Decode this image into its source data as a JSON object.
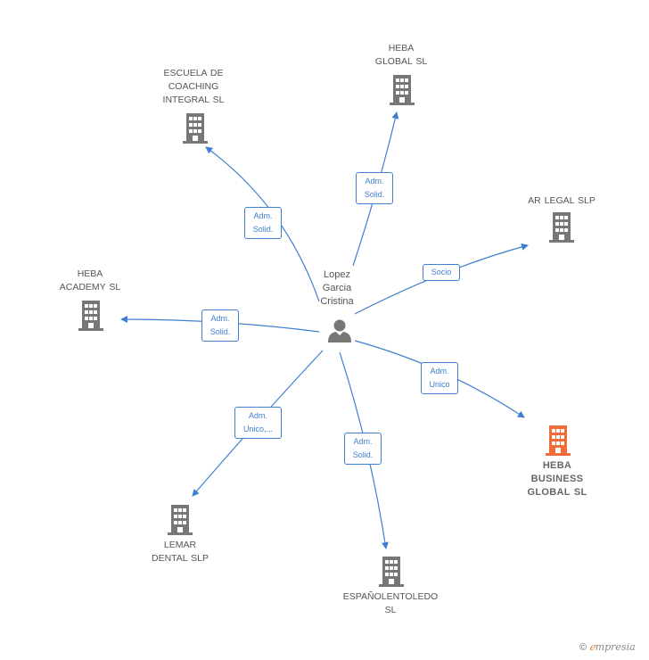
{
  "center": {
    "name": "Lopez\nGarcia\nCristina"
  },
  "companies": [
    {
      "id": "escuela",
      "name": "ESCUELA DE\nCOACHING\nINTEGRAL  SL",
      "color": "#777777"
    },
    {
      "id": "heba_global",
      "name": "HEBA\nGLOBAL  SL",
      "color": "#777777"
    },
    {
      "id": "ar_legal",
      "name": "AR LEGAL SLP",
      "color": "#777777"
    },
    {
      "id": "heba_academy",
      "name": "HEBA\nACADEMY  SL",
      "color": "#777777"
    },
    {
      "id": "heba_business",
      "name": "HEBA\nBUSINESS\nGLOBAL  SL",
      "color": "#f26b3a"
    },
    {
      "id": "lemar",
      "name": "LEMAR\nDENTAL  SLP",
      "color": "#777777"
    },
    {
      "id": "espanol",
      "name": "ESPAÑOLENTOLEDO\nSL",
      "color": "#777777"
    }
  ],
  "relations": [
    {
      "to": "escuela",
      "label": "Adm.\nSolid."
    },
    {
      "to": "heba_global",
      "label": "Adm.\nSolid."
    },
    {
      "to": "ar_legal",
      "label": "Socio"
    },
    {
      "to": "heba_academy",
      "label": "Adm.\nSolid."
    },
    {
      "to": "heba_business",
      "label": "Adm.\nUnico"
    },
    {
      "to": "lemar",
      "label": "Adm.\nUnico,..."
    },
    {
      "to": "espanol",
      "label": "Adm.\nSolid."
    }
  ],
  "colors": {
    "edge": "#3f7fd1",
    "building": "#777777",
    "highlight": "#f26b3a",
    "person": "#777777"
  },
  "footer": {
    "copyright": "©",
    "brand_first": "ℯ",
    "brand_rest": "mpresia"
  }
}
